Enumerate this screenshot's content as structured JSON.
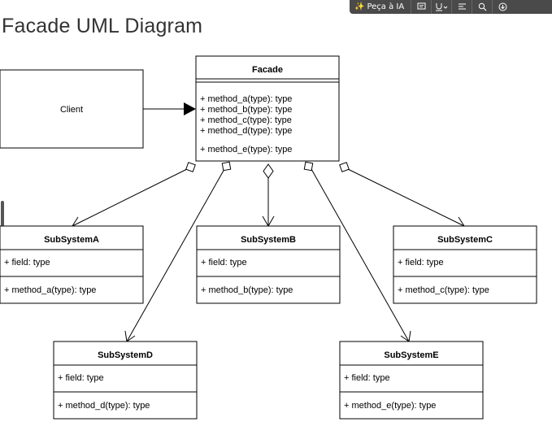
{
  "page": {
    "title": "Facade UML Diagram"
  },
  "toolbar": {
    "ask_label": "Peça à IA",
    "ask_icon": "sparkle-icon",
    "buttons": [
      "comment-icon",
      "underline-menu-icon",
      "align-icon",
      "zoom-icon",
      "download-icon"
    ]
  },
  "client": {
    "label": "Client"
  },
  "facade": {
    "name": "Facade",
    "methods": [
      "+ method_a(type): type",
      "+ method_b(type): type",
      "+ method_c(type): type",
      "+ method_d(type): type",
      "+ method_e(type): type"
    ]
  },
  "subsystems": {
    "a": {
      "name": "SubSystemA",
      "field": "+ field: type",
      "method": "+ method_a(type): type"
    },
    "b": {
      "name": "SubSystemB",
      "field": "+ field: type",
      "method": "+ method_b(type): type"
    },
    "c": {
      "name": "SubSystemC",
      "field": "+ field: type",
      "method": "+ method_c(type): type"
    },
    "d": {
      "name": "SubSystemD",
      "field": "+ field: type",
      "method": "+ method_d(type): type"
    },
    "e": {
      "name": "SubSystemE",
      "field": "+ field: type",
      "method": "+ method_e(type): type"
    }
  }
}
